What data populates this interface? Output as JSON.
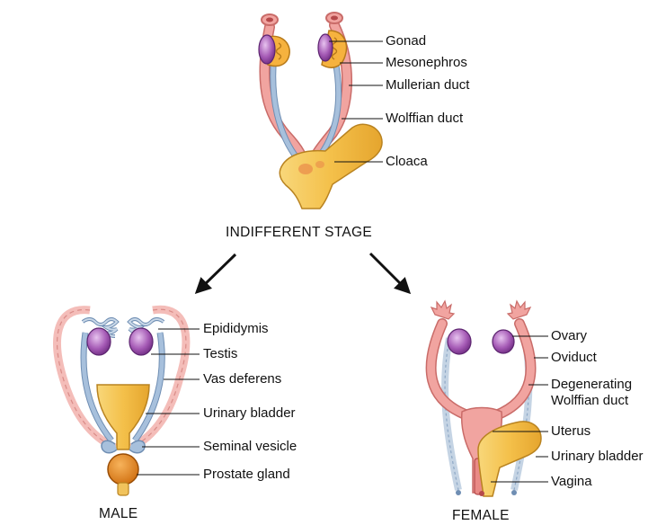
{
  "indifferent": {
    "caption": "INDIFFERENT STAGE",
    "labels": {
      "gonad": "Gonad",
      "mesonephros": "Mesonephros",
      "mullerian": "Mullerian duct",
      "wolffian": "Wolffian duct",
      "cloaca": "Cloaca"
    }
  },
  "male": {
    "caption": "MALE",
    "labels": {
      "epididymis": "Epididymis",
      "testis": "Testis",
      "vas_deferens": "Vas deferens",
      "urinary_bladder": "Urinary bladder",
      "seminal_vesicle": "Seminal vesicle",
      "prostate": "Prostate gland"
    }
  },
  "female": {
    "caption": "FEMALE",
    "labels": {
      "ovary": "Ovary",
      "oviduct": "Oviduct",
      "degenerating_1": "Degenerating",
      "degenerating_2": "Wolffian duct",
      "uterus": "Uterus",
      "urinary_bladder": "Urinary bladder",
      "vagina": "Vagina"
    }
  },
  "colors": {
    "mullerian_pink": "#f1a4a0",
    "wolffian_blue": "#9ab3cf",
    "cloaca_yellow": "#f5c24a",
    "gonad_purple": "#a45ab3",
    "mesonephros_orange": "#f6b23e",
    "prostate_orange": "#e58a1e"
  }
}
